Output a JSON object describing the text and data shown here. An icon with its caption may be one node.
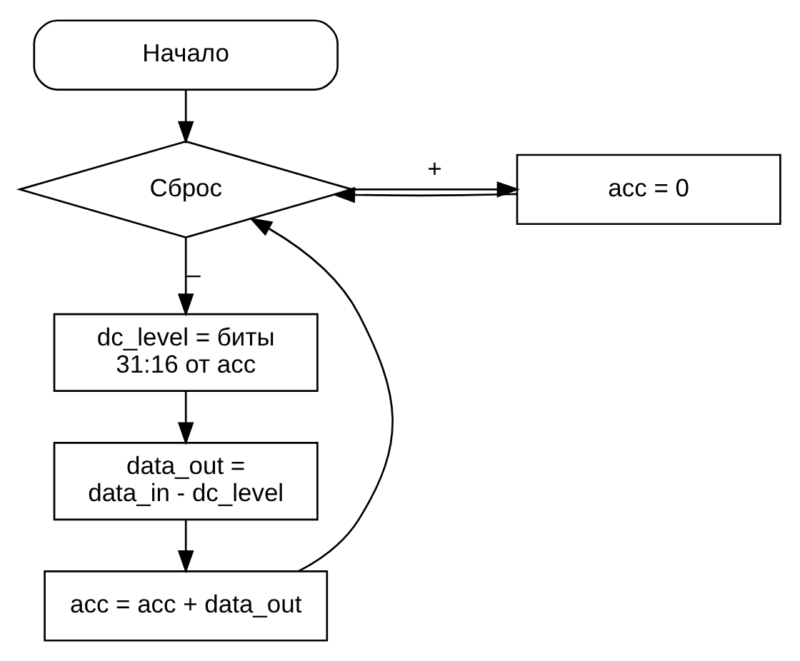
{
  "diagram": {
    "nodes": [
      {
        "text": [
          "Начало"
        ]
      },
      {
        "text": [
          "Сброс"
        ]
      },
      {
        "text": [
          "acc = 0"
        ]
      },
      {
        "text": [
          "dc_level = биты 31:16 от acc"
        ]
      },
      {
        "text": [
          "data_out = data_in - dc_level"
        ]
      },
      {
        "text": [
          "acc = acc + data_out"
        ]
      }
    ],
    "edges": [
      {
        "from": 0,
        "to": 1,
        "arrow": "to"
      },
      {
        "from": 1,
        "to": 2,
        "arrow": "to",
        "label": "+"
      },
      {
        "from": 1,
        "to": 3,
        "arrow": "to",
        "label": "–"
      },
      {
        "from": 3,
        "to": 4,
        "arrow": "to"
      },
      {
        "from": 4,
        "to": 5,
        "arrow": "to"
      },
      {
        "from": 5,
        "to": 1,
        "arrow": "to"
      },
      {
        "from": 2,
        "to": 1,
        "arrow": "to"
      }
    ]
  }
}
